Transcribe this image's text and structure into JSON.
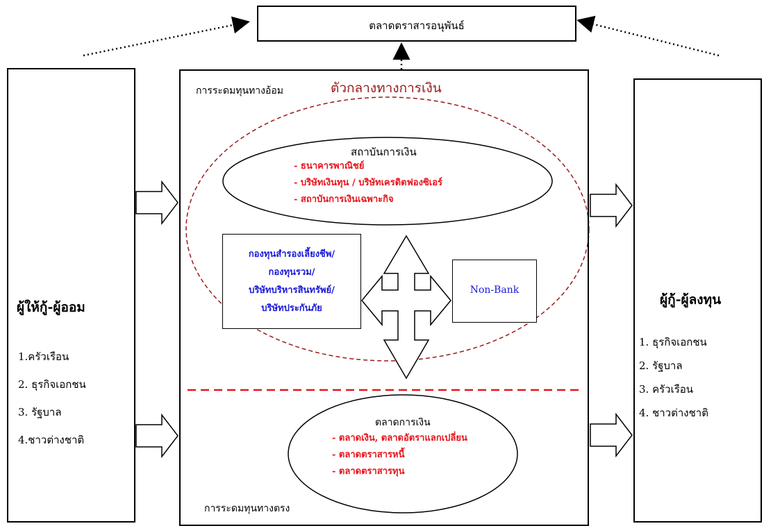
{
  "derivatives_market": "ตลาดตราสารอนุพันธ์",
  "lenders": {
    "title": "ผู้ให้กู้-ผู้ออม",
    "items": [
      "1.ครัวเรือน",
      "2. ธุรกิจเอกชน",
      "3. รัฐบาล",
      "4.ชาวต่างชาติ"
    ]
  },
  "borrowers": {
    "title": "ผู้กู้-ผู้ลงทุน",
    "items": [
      "1. ธุรกิจเอกชน",
      "2. รัฐบาล",
      "3. ครัวเรือน",
      "4. ชาวต่างชาติ"
    ]
  },
  "center": {
    "indirect_label": "การระดมทุนทางอ้อม",
    "intermediary_label": "ตัวกลางทางการเงิน",
    "direct_label": "การระดมทุนทางตรง"
  },
  "financial_institutions": {
    "title": "สถาบันการเงิน",
    "items": [
      "- ธนาคารพาณิชย์",
      "- บริษัทเงินทุน / บริษัทเครดิตฟองซิเอร์",
      "- สถาบันการเงินเฉพาะกิจ"
    ]
  },
  "funds_box": {
    "lines": [
      "กองทุนสำรองเลี้ยงชีพ/",
      "กองทุนรวม/",
      "บริษัทบริหารสินทรัพย์/",
      "บริษัทประกันภัย"
    ]
  },
  "non_bank": "Non-Bank",
  "financial_markets": {
    "title": "ตลาดการเงิน",
    "items": [
      "- ตลาดเงิน, ตลาดอัตราแลกเปลี่ยน",
      "- ตลาดตราสารหนี้",
      "- ตลาดตราสารทุน"
    ]
  },
  "colors": {
    "red": "#e8141b",
    "blue": "#1a1ad6",
    "dark_red": "#9a1a1a"
  }
}
